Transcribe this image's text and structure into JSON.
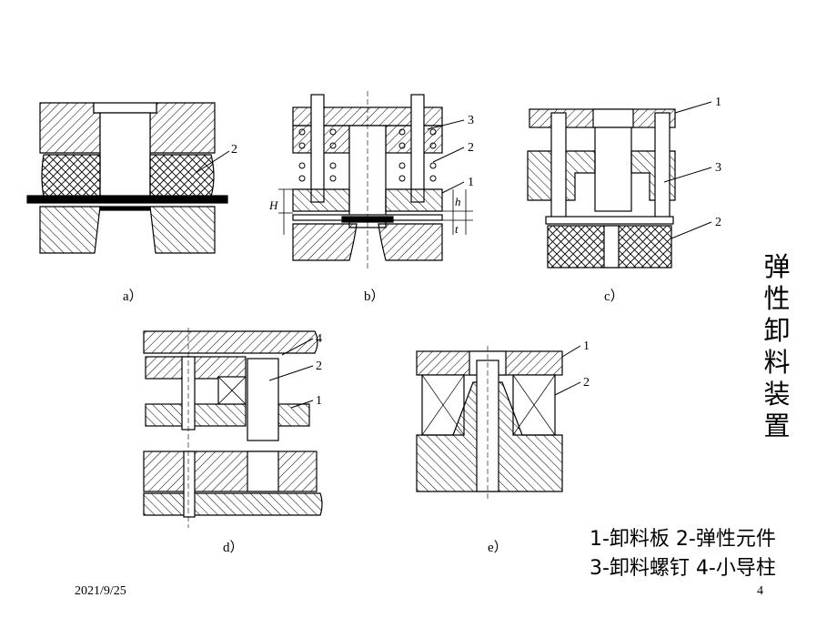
{
  "figures": {
    "a": {
      "caption": "a）",
      "callouts": [
        "2"
      ]
    },
    "b": {
      "caption": "b）",
      "callouts": [
        "3",
        "2",
        "1"
      ],
      "dims": [
        "H",
        "h",
        "t"
      ]
    },
    "c": {
      "caption": "c）",
      "callouts": [
        "1",
        "3",
        "2"
      ]
    },
    "d": {
      "caption": "d）",
      "callouts": [
        "4",
        "2",
        "1"
      ]
    },
    "e": {
      "caption": "e）",
      "callouts": [
        "1",
        "2"
      ]
    }
  },
  "side_title": [
    "弹",
    "性",
    "卸",
    "料",
    "装",
    "置"
  ],
  "legend": {
    "line1": "1-卸料板 2-弹性元件",
    "line2": "3-卸料螺钉 4-小导柱"
  },
  "footer": {
    "date": "2021/9/25",
    "page": "4"
  },
  "colors": {
    "ink": "#000000",
    "background": "#ffffff"
  }
}
